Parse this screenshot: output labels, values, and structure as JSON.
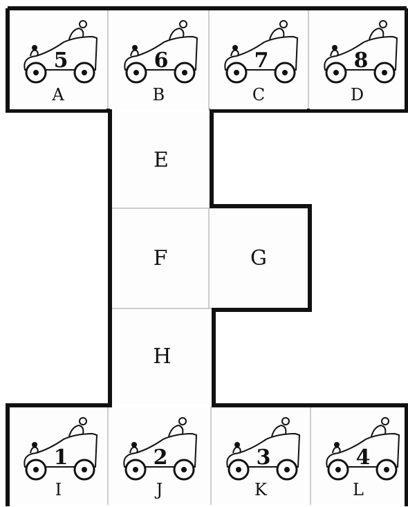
{
  "puzzle": {
    "top_row": [
      {
        "label": "A",
        "car": "5"
      },
      {
        "label": "B",
        "car": "6"
      },
      {
        "label": "C",
        "car": "7"
      },
      {
        "label": "D",
        "car": "8"
      }
    ],
    "middle": [
      {
        "label": "E"
      },
      {
        "label": "F"
      },
      {
        "label": "G"
      },
      {
        "label": "H"
      }
    ],
    "bottom_row": [
      {
        "label": "I",
        "car": "1"
      },
      {
        "label": "J",
        "car": "2"
      },
      {
        "label": "K",
        "car": "3"
      },
      {
        "label": "L",
        "car": "4"
      }
    ]
  }
}
